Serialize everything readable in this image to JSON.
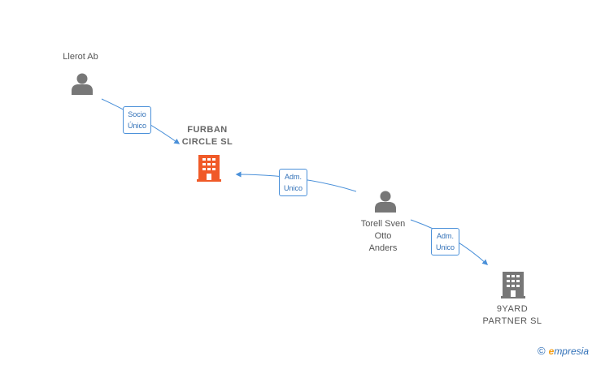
{
  "nodes": {
    "llerot": {
      "label": "Llerot Ab",
      "icon": "person-icon",
      "color": "#777777"
    },
    "furban": {
      "label_line1": "FURBAN",
      "label_line2": "CIRCLE  SL",
      "icon": "building-icon",
      "color": "#f05a28"
    },
    "torell": {
      "label_line1": "Torell Sven",
      "label_line2": "Otto",
      "label_line3": "Anders",
      "icon": "person-icon",
      "color": "#777777"
    },
    "nineyard": {
      "label_line1": "9YARD",
      "label_line2": "PARTNER  SL",
      "icon": "building-icon",
      "color": "#777777"
    }
  },
  "edges": {
    "llerot_furban": {
      "line1": "Socio",
      "line2": "Único"
    },
    "torell_furban": {
      "line1": "Adm.",
      "line2": "Unico"
    },
    "torell_nineyard": {
      "line1": "Adm.",
      "line2": "Unico"
    }
  },
  "colors": {
    "edge": "#4a90d9",
    "accent": "#f05a28"
  },
  "footer": {
    "copyright": "©",
    "brand_e": "e",
    "brand_rest": "mpresia"
  }
}
